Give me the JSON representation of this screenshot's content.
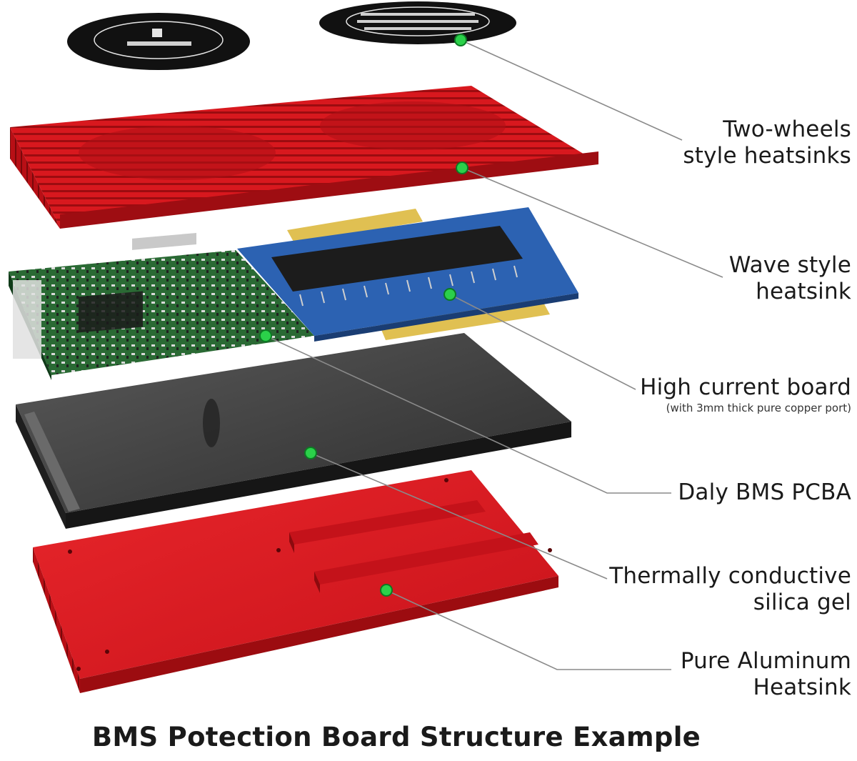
{
  "labels": {
    "two_wheels": {
      "line1": "Two-wheels",
      "line2": "style heatsinks"
    },
    "wave": {
      "line1": "Wave style",
      "line2": "heatsink"
    },
    "high_current": {
      "line1": "High current board",
      "note": "(with 3mm thick pure copper port)"
    },
    "daly": {
      "line1": "Daly BMS PCBA"
    },
    "silica": {
      "line1": "Thermally conductive",
      "line2": "silica gel"
    },
    "aluminum": {
      "line1": "Pure Aluminum",
      "line2": "Heatsink"
    }
  },
  "caption": "BMS Potection Board Structure Example",
  "colors": {
    "heatsink_red": "#d3151b",
    "heatsink_dark_red": "#8c0a0e",
    "gel_black": "#3a3a3a",
    "pcb_green": "#1f5a2a",
    "pcb_blue": "#2a5fae",
    "copper_gold": "#d8b64a",
    "marker_green": "#2bd14a",
    "leader_gray": "#8a8a8a"
  }
}
